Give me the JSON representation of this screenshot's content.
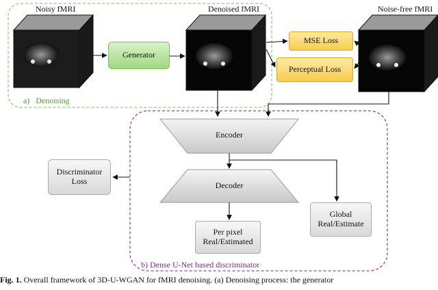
{
  "figure": {
    "labels": {
      "noisy": "Noisy fMRI",
      "denoised": "Denoised fMRI",
      "noise_free": "Noise-free fMRI"
    },
    "blocks": {
      "generator": "Generator",
      "mse_loss": "MSE Loss",
      "perceptual_loss": "Perceptual Loss",
      "encoder": "Encoder",
      "decoder": "Decoder",
      "discriminator_loss": "Discriminator\nLoss",
      "global": "Global\nReal/Estimate",
      "per_pixel": "Per pixel\nReal/Estimated"
    },
    "sections": {
      "denoising": "a)   Denoising",
      "discriminator": "b) Dense U-Net based discriminator"
    },
    "colors": {
      "denoising_border": "#8ccf6a",
      "discriminator_border": "#9b3fa0",
      "section_a_text": "#4f9a2f",
      "section_b_text": "#7a2a8a",
      "generator_fill": "#9fd77f",
      "loss_fill": "#f7cd4a",
      "neutral_fill": "#d9d9d9"
    },
    "caption": {
      "fig_label": "Fig. 1.",
      "text": "Overall framework of 3D-U-WGAN for fMRI denoising. (a) Denoising process: the generator"
    }
  }
}
